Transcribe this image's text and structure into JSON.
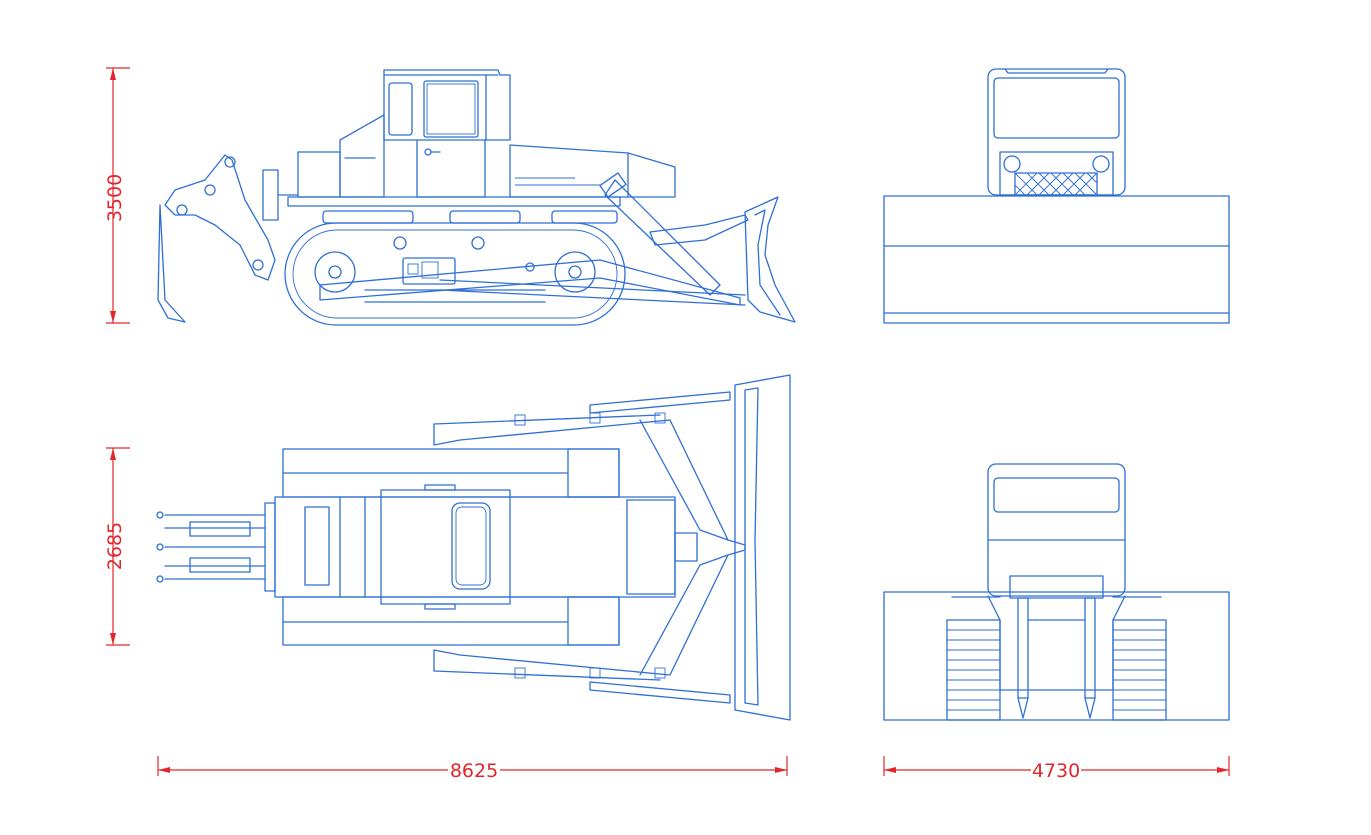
{
  "dimensions": {
    "side_height": "3500",
    "top_width": "2685",
    "overall_length": "8625",
    "overall_width": "4730"
  },
  "colors": {
    "line": "#2f6fd6",
    "dimension": "#e3262b",
    "background": "#ffffff"
  }
}
